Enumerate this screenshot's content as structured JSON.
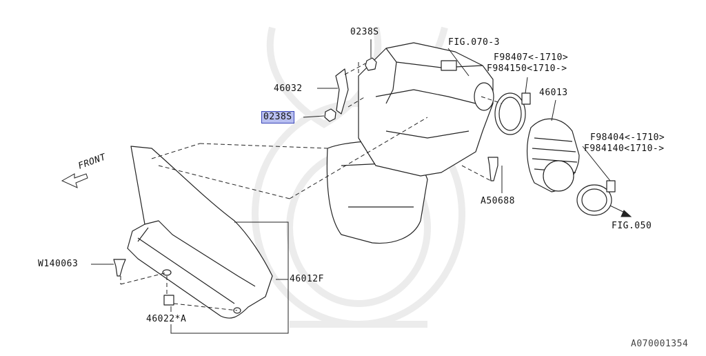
{
  "labels": {
    "p0238s_top": "0238S",
    "fig070_3": "FIG.070-3",
    "f98407": "F98407<-1710>",
    "f984150": "F984150<1710->",
    "p46032": "46032",
    "p0238s_hl": "0238S",
    "p46013": "46013",
    "f98404": "F98404<-1710>",
    "f984140": "F984140<1710->",
    "front": "FRONT",
    "a50688": "A50688",
    "fig050": "FIG.050",
    "w140063": "W140063",
    "p46012f": "46012F",
    "p46022a": "46022*A",
    "diagram_id": "A070001354"
  },
  "colors": {
    "highlight": "#b8bff0",
    "highlight_border": "#3a46b8",
    "line": "#222222",
    "watermark": "#e9e9e9"
  }
}
